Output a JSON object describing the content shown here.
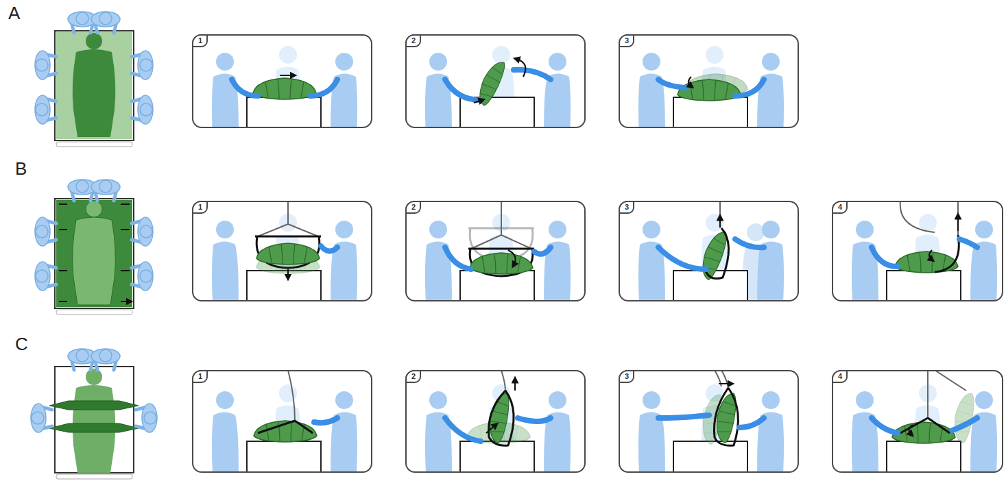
{
  "diagram": {
    "nodes": [
      {
        "text": [
          "1"
        ]
      },
      {
        "text": [
          "2"
        ]
      },
      {
        "text": [
          "3"
        ]
      },
      {
        "text": [
          "1"
        ]
      },
      {
        "text": [
          "2"
        ]
      },
      {
        "text": [
          "3"
        ]
      },
      {
        "text": [
          "4"
        ]
      },
      {
        "text": [
          "1"
        ]
      },
      {
        "text": [
          "2"
        ]
      },
      {
        "text": [
          "3"
        ]
      },
      {
        "text": [
          "4"
        ]
      }
    ],
    "labels": [
      "A",
      "B",
      "C"
    ]
  }
}
